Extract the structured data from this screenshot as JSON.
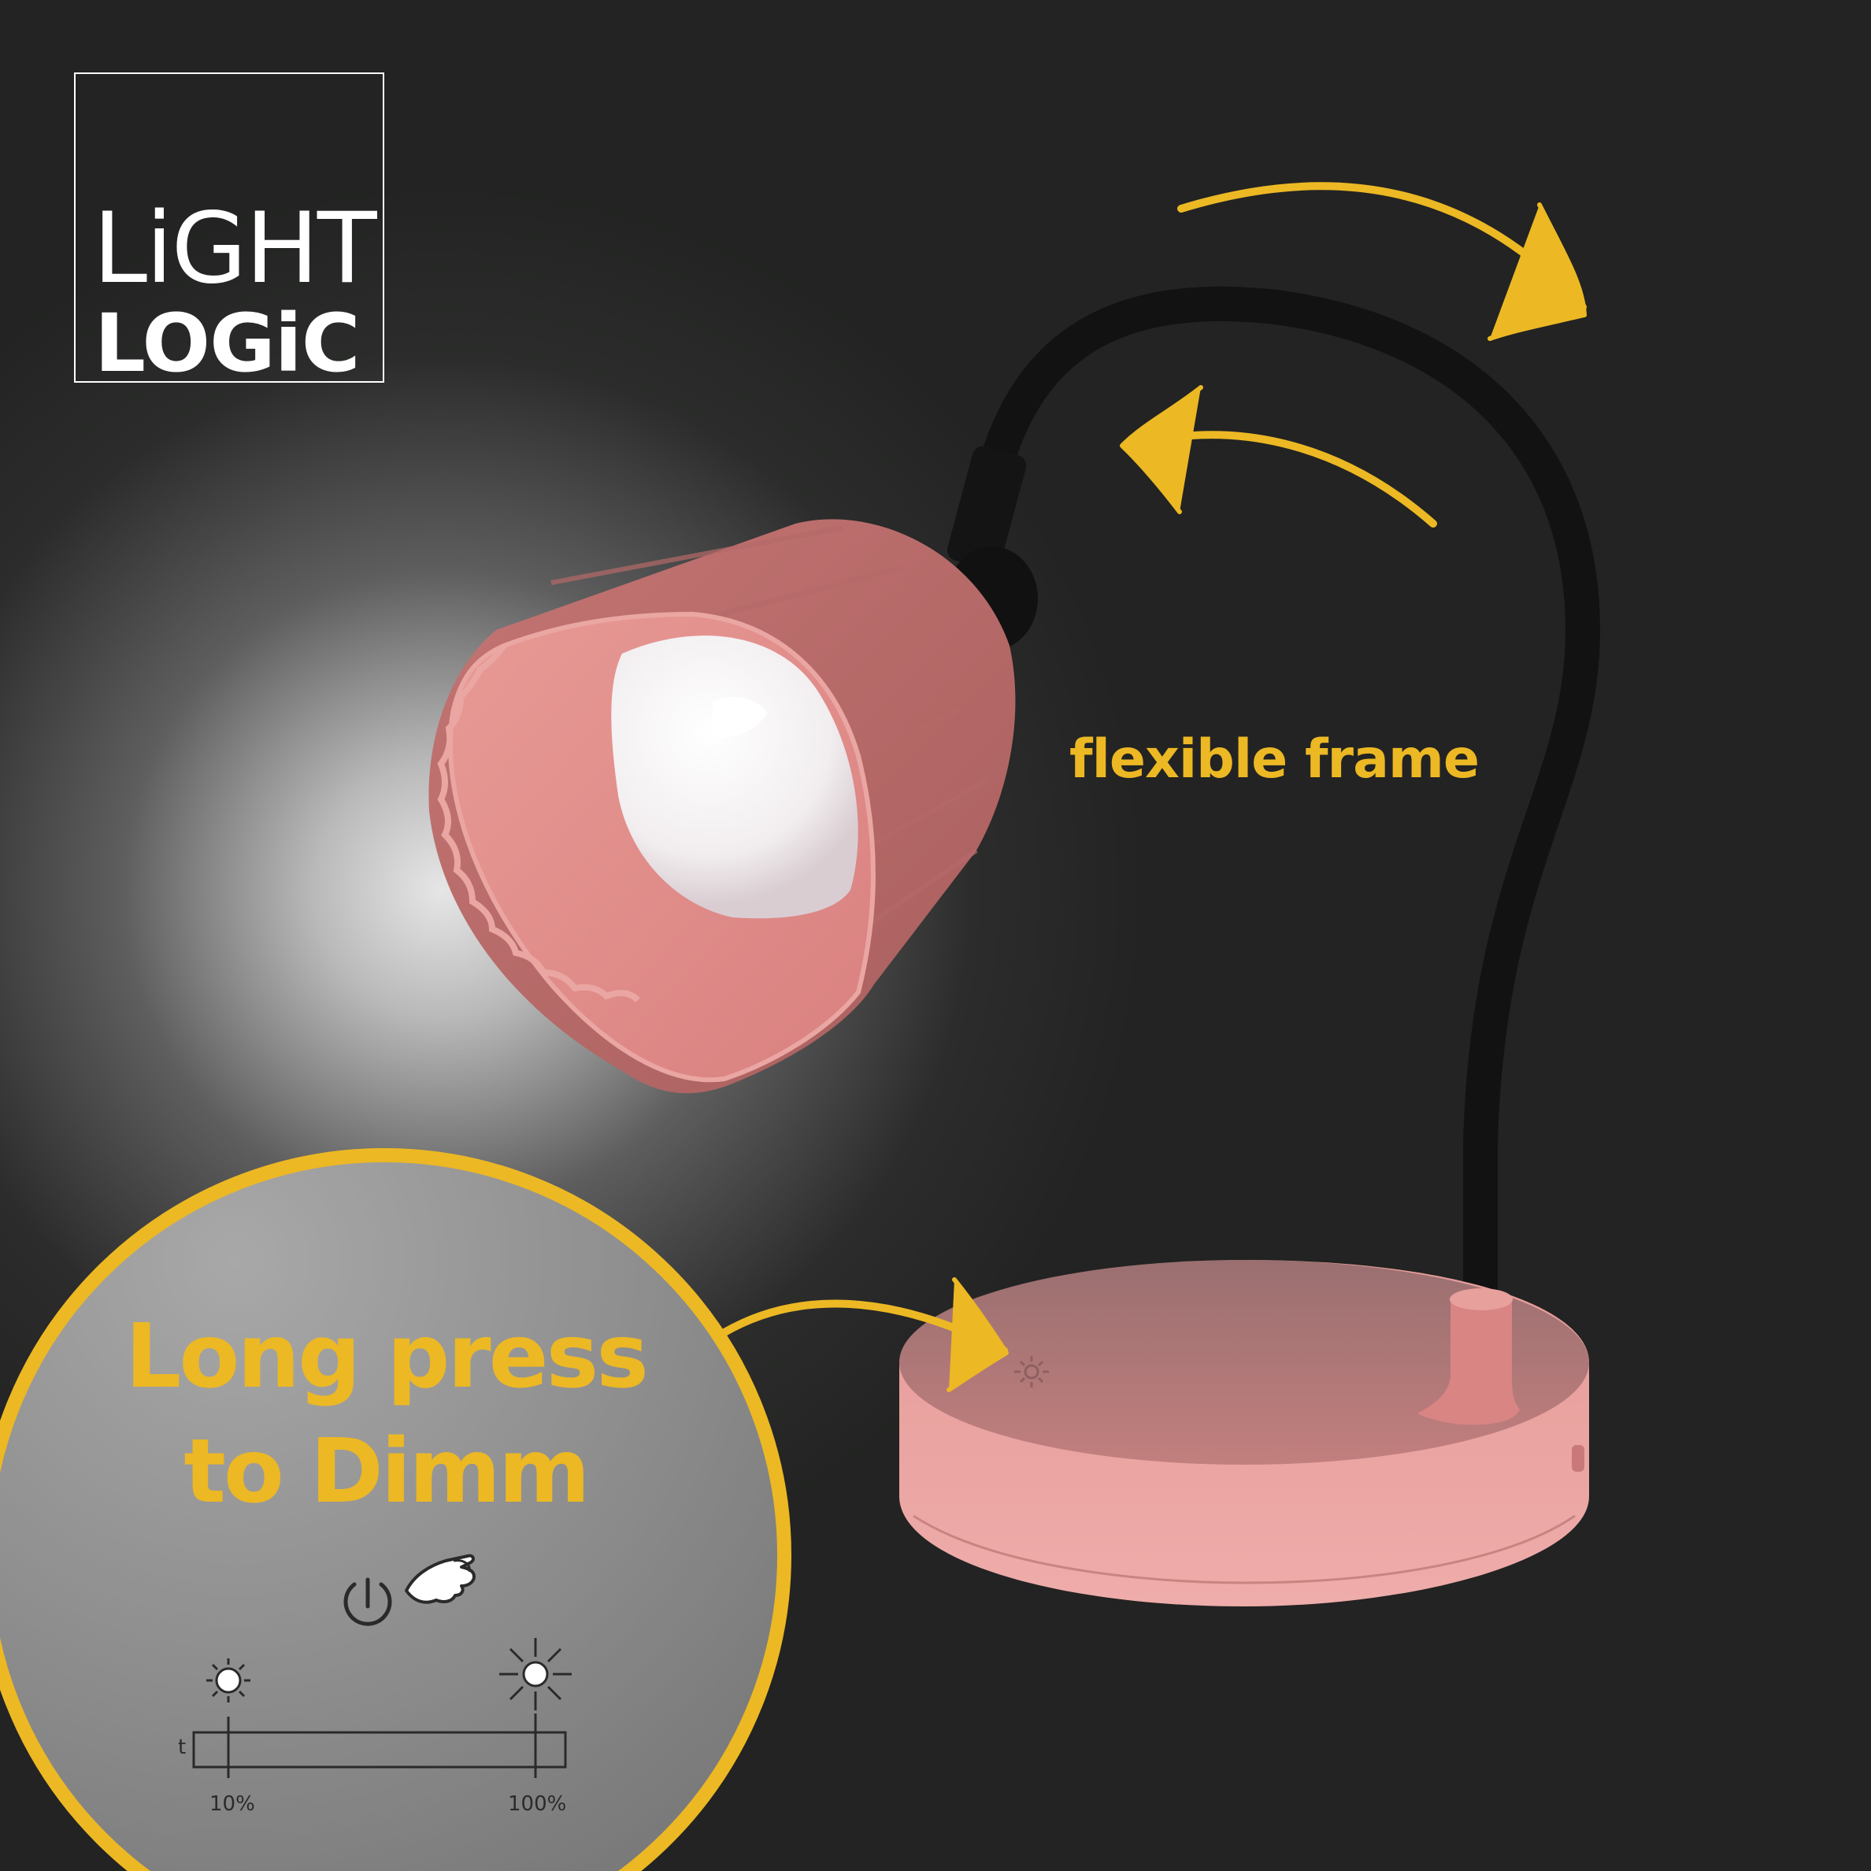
{
  "brand": {
    "logo_line1": "LiGHT",
    "logo_line2": "LOGiC"
  },
  "feature": {
    "label": "flexible frame"
  },
  "dimming": {
    "headline_line1": "Long press",
    "headline_line2": "to Dimm",
    "time_axis_label": "t",
    "min_label": "10%",
    "max_label": "100%"
  },
  "colors": {
    "background": "#222322",
    "accent_yellow": "#ecb824",
    "lamp_pink": "#d98483",
    "logo_white": "#ffffff"
  },
  "icons": [
    "power-icon",
    "pointing-hand-icon",
    "dim-sun-icon",
    "bright-sun-icon",
    "touch-sensor-icon"
  ]
}
